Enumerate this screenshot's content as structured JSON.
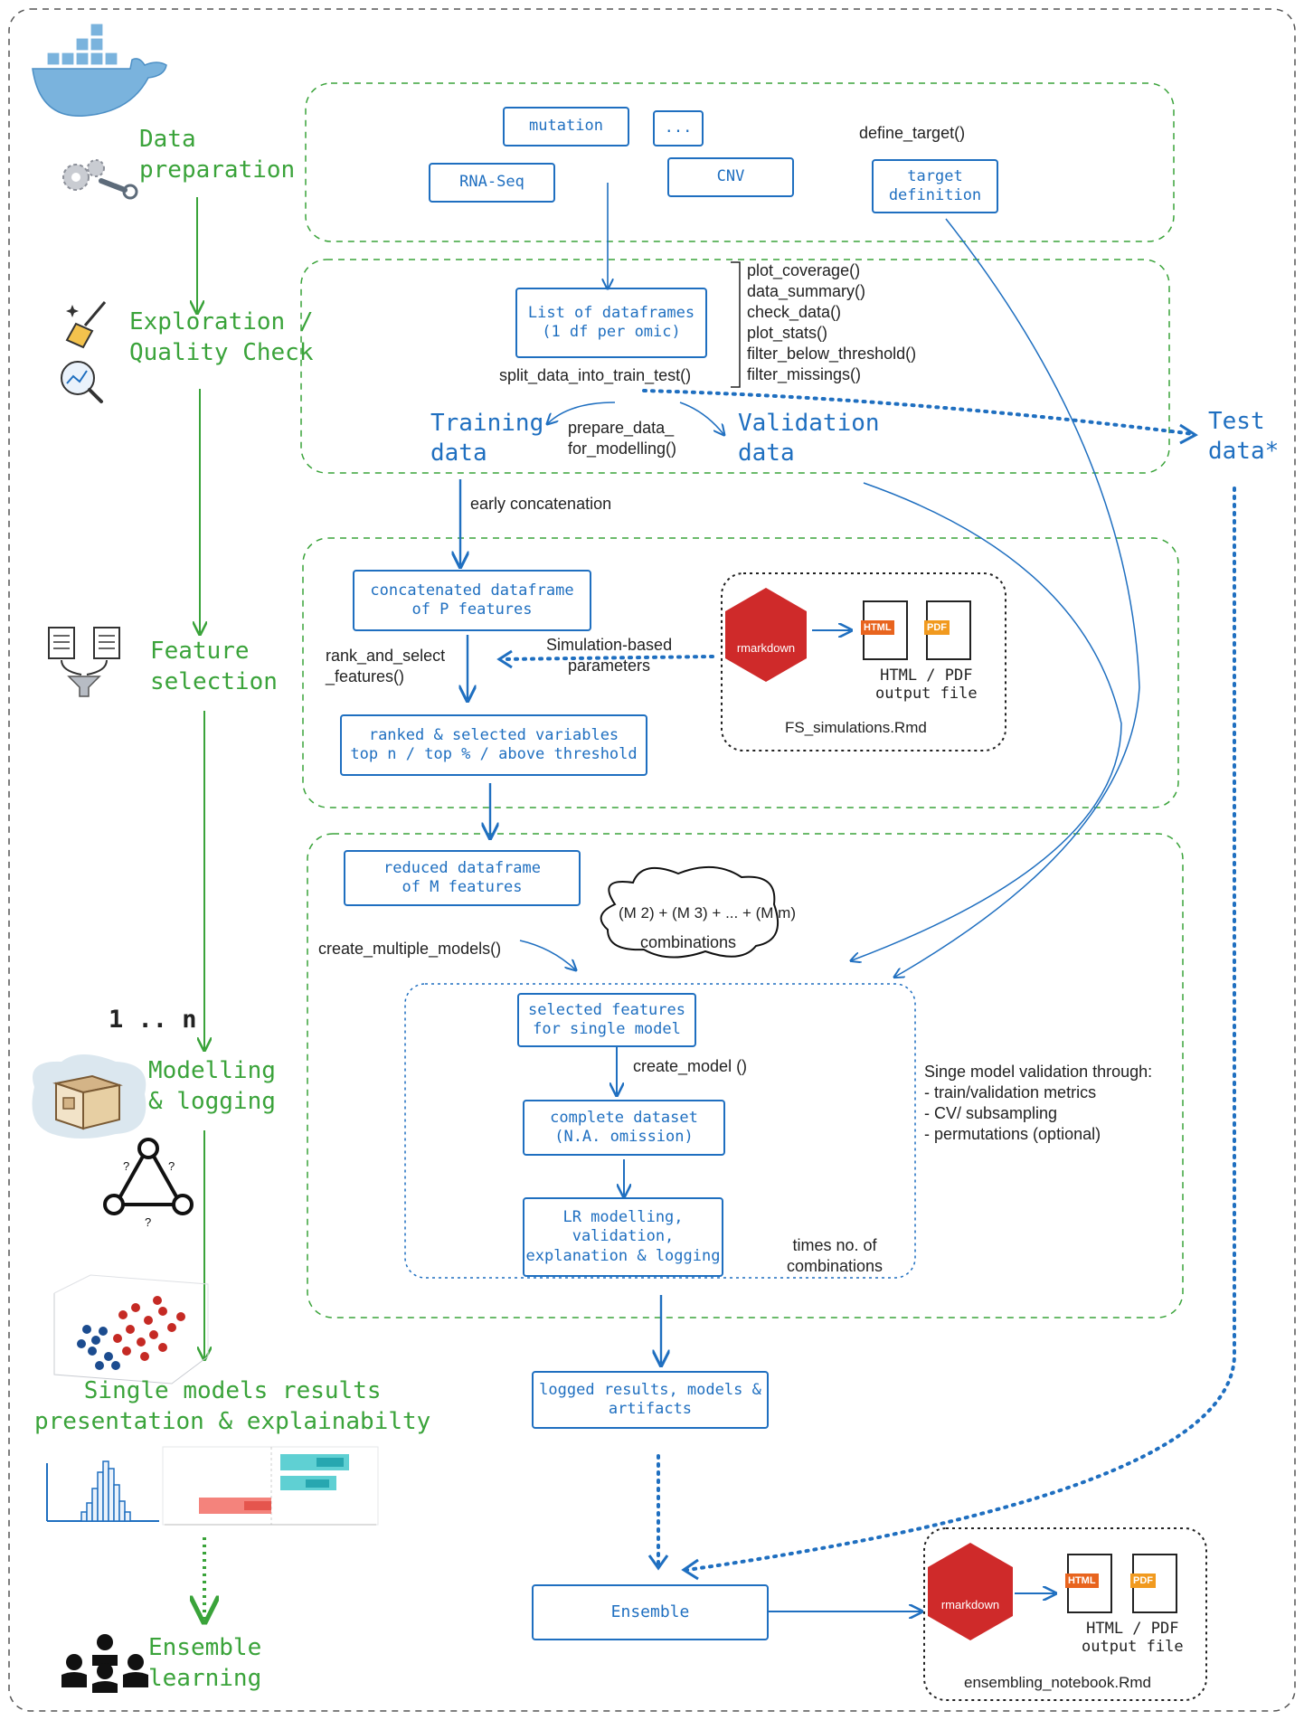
{
  "stages": [
    {
      "id": "data_prep",
      "label": "Data\npreparation"
    },
    {
      "id": "exploration",
      "label": "Exploration /\nQuality Check"
    },
    {
      "id": "feature_selection",
      "label": "Feature\nselection"
    },
    {
      "id": "modelling",
      "label": "Modelling\n& logging"
    },
    {
      "id": "results",
      "label": "Single models results\npresentation & explainabilty"
    },
    {
      "id": "ensemble",
      "label": "Ensemble\nlearning"
    }
  ],
  "iterations_label": "1 .. n",
  "data_sources": {
    "mutation": "mutation",
    "ellipsis": "...",
    "rnaseq": "RNA-Seq",
    "cnv": "CNV",
    "target": "target\ndefinition",
    "define_target": "define_target()"
  },
  "exploration": {
    "list_box": "List of dataframes\n(1 df per omic)",
    "functions": "plot_coverage()\ndata_summary()\ncheck_data()\nplot_stats()\nfilter_below_threshold()\nfilter_missings()",
    "split_fn": "split_data_into_train_test()",
    "training": "Training\ndata",
    "validation": "Validation\ndata",
    "prepare_fn": "prepare_data_\nfor_modelling()",
    "test": "Test\ndata*",
    "early_concat": "early concatenation"
  },
  "feature_selection": {
    "concat_box": "concatenated dataframe\nof P features",
    "rank_fn": "rank_and_select\n_features()",
    "sim_params": "Simulation-based\nparameters",
    "ranked_box": "ranked & selected variables\ntop n / top % / above threshold",
    "rmarkdown": "rmarkdown",
    "html_badge": "HTML",
    "pdf_badge": "PDF",
    "output_label": "HTML / PDF\noutput file",
    "notebook": "FS_simulations.Rmd"
  },
  "modelling": {
    "reduced_box": "reduced dataframe\nof M features",
    "combinations_formula": "(M 2) + (M 3) + ... + (M m)",
    "combinations_label": "combinations",
    "create_multiple_fn": "create_multiple_models()",
    "selected_box": "selected features\nfor single model",
    "create_model_fn": "create_model ()",
    "complete_box": "complete dataset\n(N.A. omission)",
    "lr_box": "LR modelling,\nvalidation,\nexplanation & logging",
    "times_label": "times no. of\ncombinations",
    "validation_notes": "Singe model validation through:\n- train/validation metrics\n- CV/ subsampling\n- permutations (optional)"
  },
  "results": {
    "logged_box": "logged results, models &\nartifacts"
  },
  "ensemble": {
    "box": "Ensemble",
    "rmarkdown": "rmarkdown",
    "html_badge": "HTML",
    "pdf_badge": "PDF",
    "output_label": "HTML / PDF\noutput file",
    "notebook": "ensembling_notebook.Rmd"
  },
  "colors": {
    "blue": "#1f6fc0",
    "green": "#3aa33a",
    "rmarkdown_red": "#cf2a2a",
    "html_orange": "#e8641e",
    "pdf_orange": "#f19a1f"
  }
}
